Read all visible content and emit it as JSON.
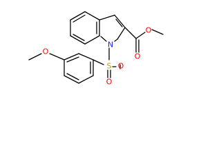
{
  "molecule": {
    "atoms": [
      {
        "id": "N1",
        "text": "N",
        "color": "#1f1fff"
      },
      {
        "id": "S1",
        "text": "S",
        "color": "#b8a000"
      },
      {
        "id": "O_s1",
        "text": "O",
        "color": "#ff0000"
      },
      {
        "id": "O_s2",
        "text": "O",
        "color": "#ff0000"
      },
      {
        "id": "O_ester_carbonyl",
        "text": "O",
        "color": "#ff0000"
      },
      {
        "id": "O_ester",
        "text": "O",
        "color": "#ff0000"
      },
      {
        "id": "O_methoxy",
        "text": "O",
        "color": "#ff0000"
      }
    ],
    "bond_color": "#000000"
  }
}
